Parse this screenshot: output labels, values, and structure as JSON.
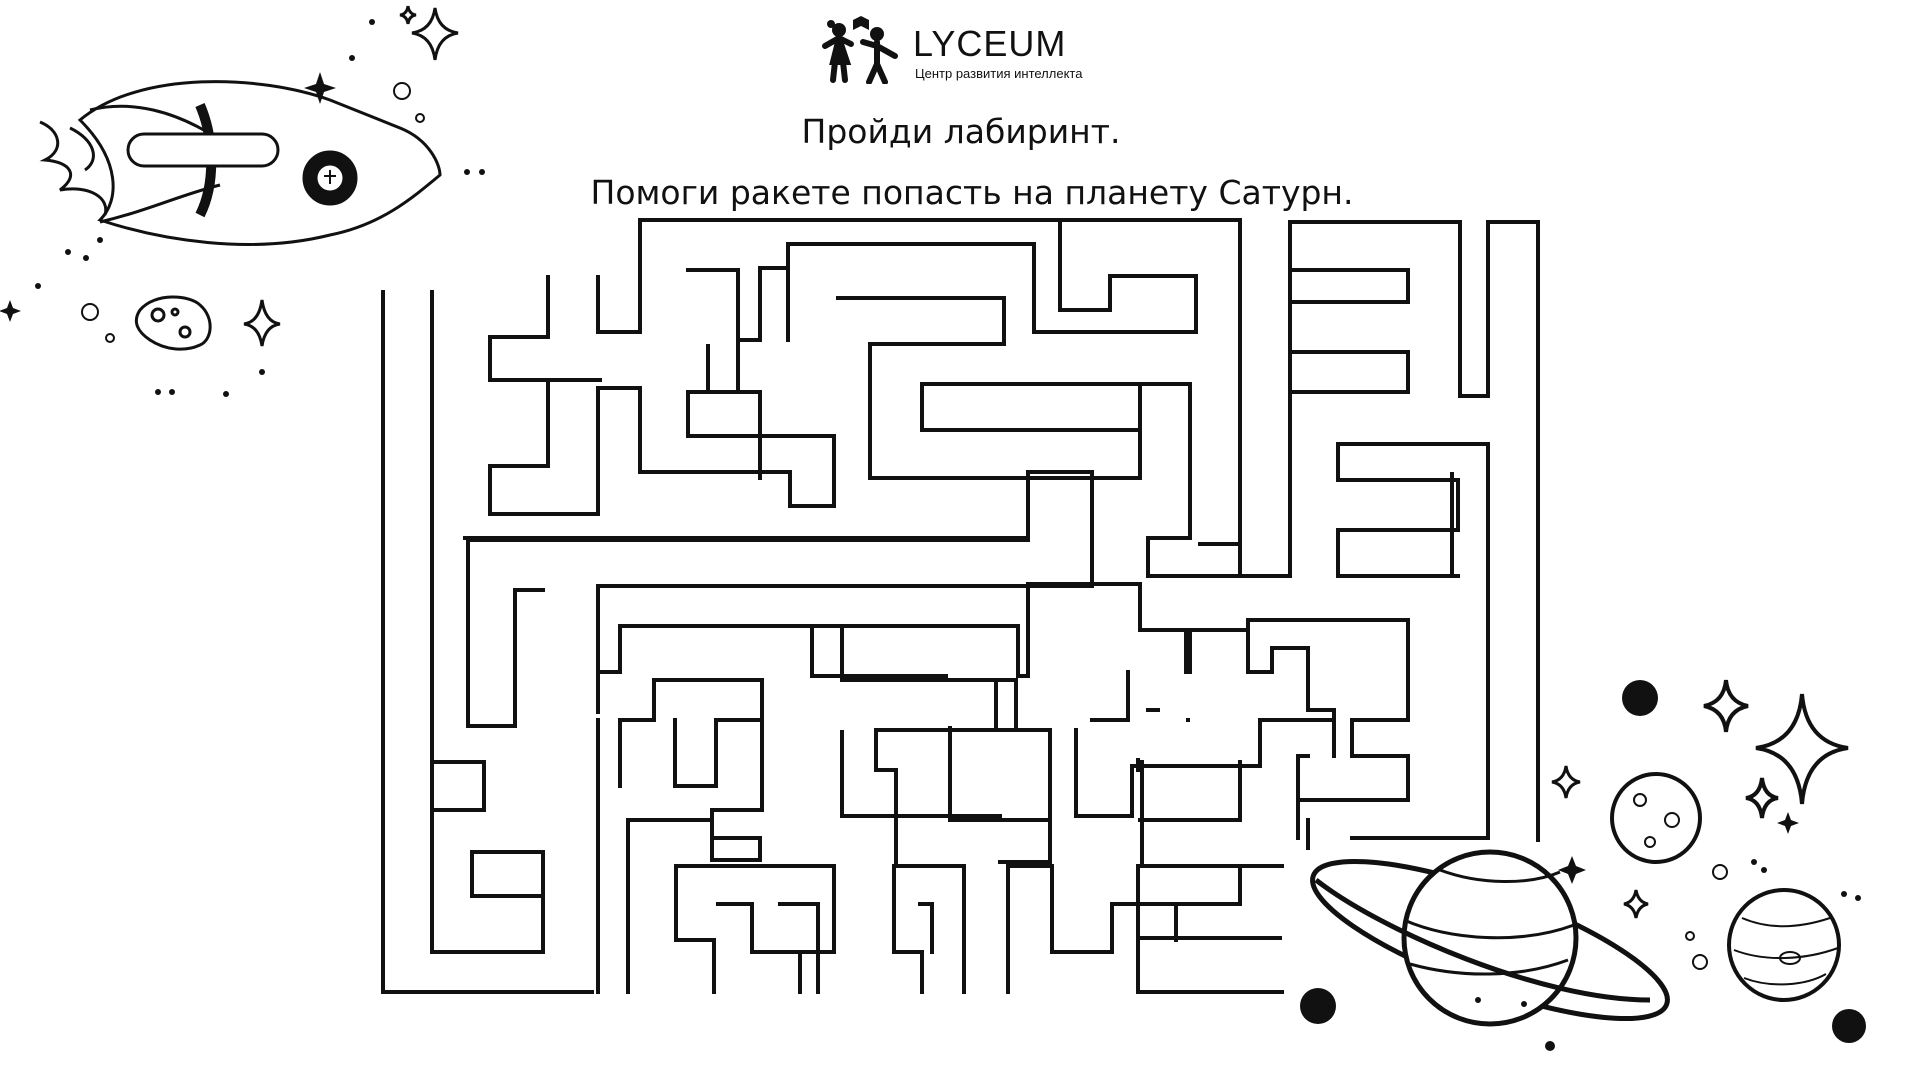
{
  "logo": {
    "name": "LYCEUM",
    "tagline": "Центр развития интеллекта"
  },
  "instructions": {
    "line1": "Пройди лабиринт.",
    "line2": "Помоги ракете попасть на планету Сатурн."
  },
  "colors": {
    "ink": "#111111",
    "background": "#ffffff"
  },
  "icons": [
    "rocket-icon",
    "asteroid-icon",
    "sparkle-icon",
    "saturn-icon",
    "jupiter-icon",
    "moon-icon"
  ]
}
